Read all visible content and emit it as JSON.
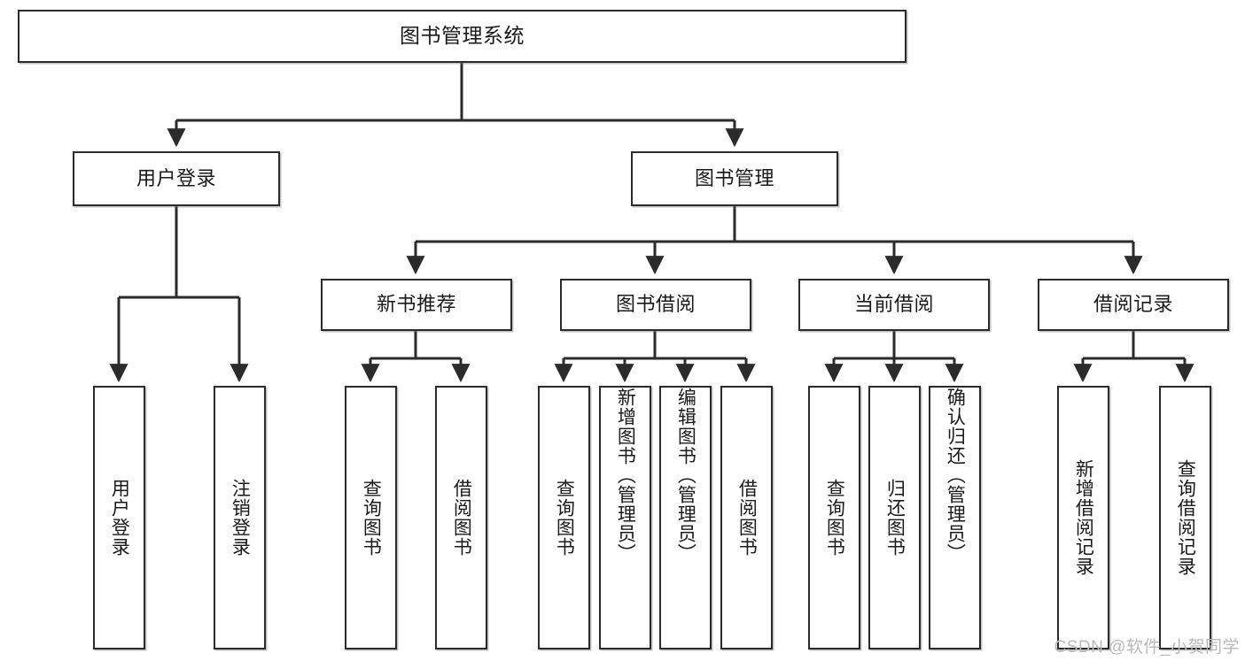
{
  "diagram": {
    "title": "图书管理系统",
    "type": "tree-hierarchy-diagram",
    "colors": {
      "box_border": "#2b2b2b",
      "box_fill": "#ffffff",
      "edge": "#2b2b2b",
      "text": "#1a1a1a",
      "watermark": "#b9b9b9"
    },
    "root": {
      "label": "图书管理系统"
    },
    "level1": [
      {
        "label": "用户登录"
      },
      {
        "label": "图书管理"
      }
    ],
    "level2": [
      {
        "label": "新书推荐"
      },
      {
        "label": "图书借阅"
      },
      {
        "label": "当前借阅"
      },
      {
        "label": "借阅记录"
      }
    ],
    "leaves": {
      "user_login": [
        {
          "label": "用户登录"
        },
        {
          "label": "注销登录"
        }
      ],
      "new_book_recommend": [
        {
          "label": "查询图书"
        },
        {
          "label": "借阅图书"
        }
      ],
      "book_borrow": [
        {
          "label": "查询图书"
        },
        {
          "label": "新增图书（管理员）"
        },
        {
          "label": "编辑图书（管理员）"
        },
        {
          "label": "借阅图书"
        }
      ],
      "current_borrow": [
        {
          "label": "查询图书"
        },
        {
          "label": "归还图书"
        },
        {
          "label": "确认归还（管理员）"
        }
      ],
      "borrow_record": [
        {
          "label": "新增借阅记录"
        },
        {
          "label": "查询借阅记录"
        }
      ]
    },
    "watermark": "CSDN @软件_小贺同学"
  }
}
